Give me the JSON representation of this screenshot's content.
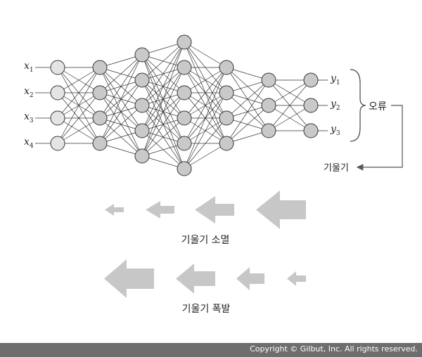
{
  "network": {
    "layers": [
      4,
      4,
      5,
      6,
      4,
      3,
      3
    ],
    "inputs": [
      {
        "base": "x",
        "sub": "1"
      },
      {
        "base": "x",
        "sub": "2"
      },
      {
        "base": "x",
        "sub": "3"
      },
      {
        "base": "x",
        "sub": "4"
      }
    ],
    "outputs": [
      {
        "base": "y",
        "sub": "1"
      },
      {
        "base": "y",
        "sub": "2"
      },
      {
        "base": "y",
        "sub": "3"
      }
    ]
  },
  "labels": {
    "error": "오류",
    "gradient": "기울기",
    "vanishing": "기울기 소멸",
    "exploding": "기울기 폭발"
  },
  "colors": {
    "node_input": "#e4e4e4",
    "node_hidden": "#c9c9c9",
    "stroke": "#333333",
    "arrow": "#c7c7c7",
    "footer_bg": "#6e6e6e"
  },
  "footer": {
    "copyright": "Copyright © Gilbut, Inc. All rights reserved."
  }
}
